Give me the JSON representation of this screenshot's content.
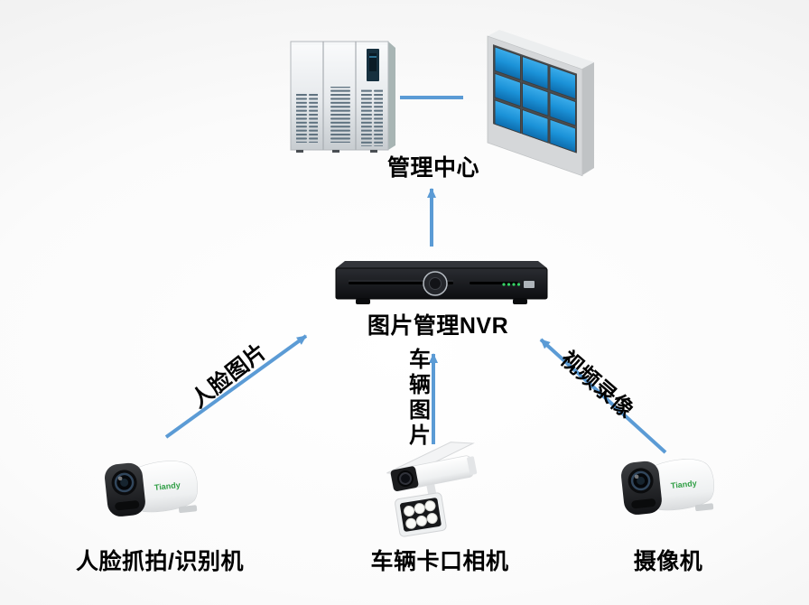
{
  "nodes": {
    "management_center": {
      "label": "管理中心"
    },
    "nvr": {
      "label": "图片管理NVR"
    },
    "face_camera": {
      "label": "人脸抓拍/识别机",
      "brand": "Tiandy"
    },
    "vehicle_camera": {
      "label": "车辆卡口相机"
    },
    "video_camera": {
      "label": "摄像机",
      "brand": "Tiandy"
    }
  },
  "edges": {
    "face_to_nvr": {
      "label": "人脸图片"
    },
    "vehicle_to_nvr": {
      "label": "车辆图片"
    },
    "video_to_nvr": {
      "label": "视频录像"
    }
  },
  "colors": {
    "arrow_blue": "#5b9bd5",
    "screen_blue": "#1e96dc",
    "brand_green": "#2f9e44",
    "label_black": "#000000"
  }
}
